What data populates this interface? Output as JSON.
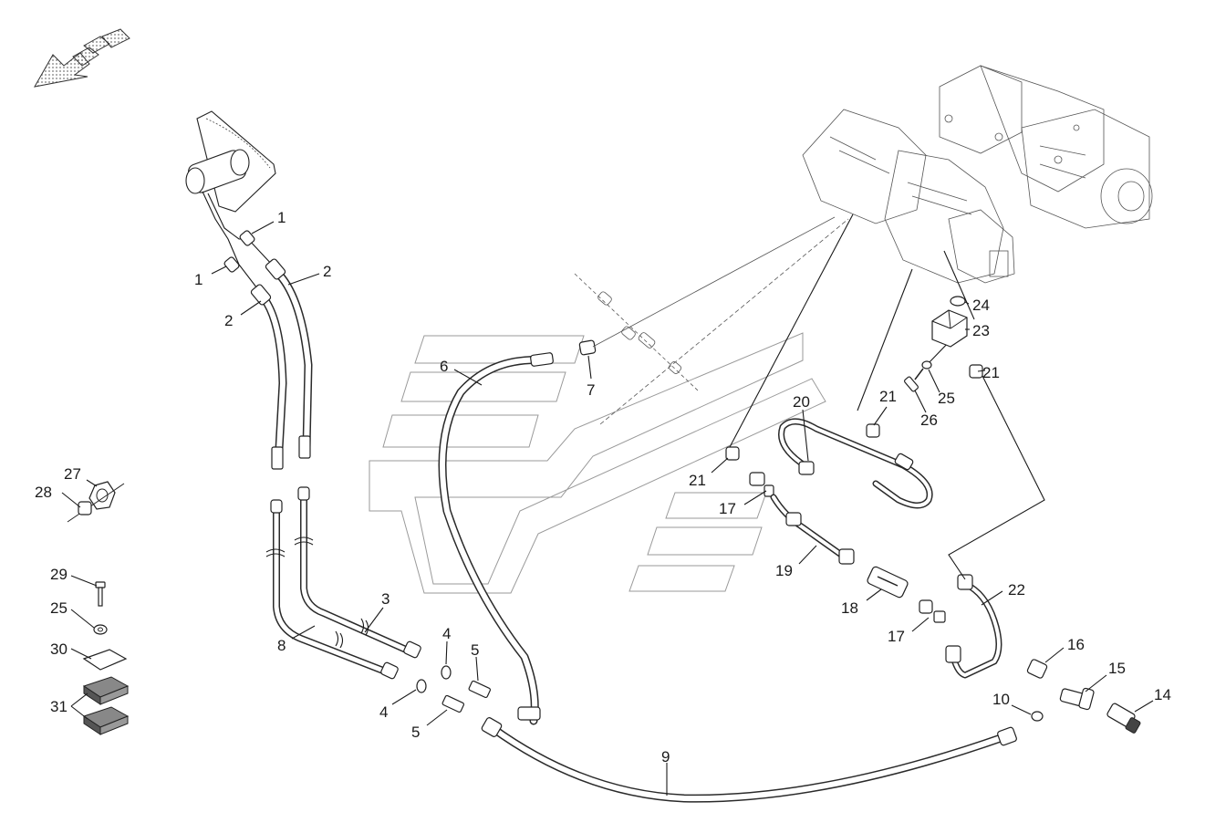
{
  "diagram": {
    "callouts": {
      "c1a": "1",
      "c1b": "1",
      "c2a": "2",
      "c2b": "2",
      "c3": "3",
      "c4a": "4",
      "c4b": "4",
      "c5a": "5",
      "c5b": "5",
      "c6": "6",
      "c7": "7",
      "c8": "8",
      "c9": "9",
      "c10": "10",
      "c14": "14",
      "c15": "15",
      "c16": "16",
      "c17a": "17",
      "c17b": "17",
      "c18": "18",
      "c19": "19",
      "c20": "20",
      "c21a": "21",
      "c21b": "21",
      "c21c": "21",
      "c22": "22",
      "c23": "23",
      "c24": "24",
      "c25a": "25",
      "c25b": "25",
      "c26": "26",
      "c27": "27",
      "c28": "28",
      "c29": "29",
      "c30": "30",
      "c31": "31"
    },
    "colors": {
      "line": "#1a1a1a",
      "hose_outer": "#2a2a2a",
      "hose_inner": "#ffffff",
      "watermark": "#9a9a9a",
      "hatch": "#888888"
    }
  }
}
